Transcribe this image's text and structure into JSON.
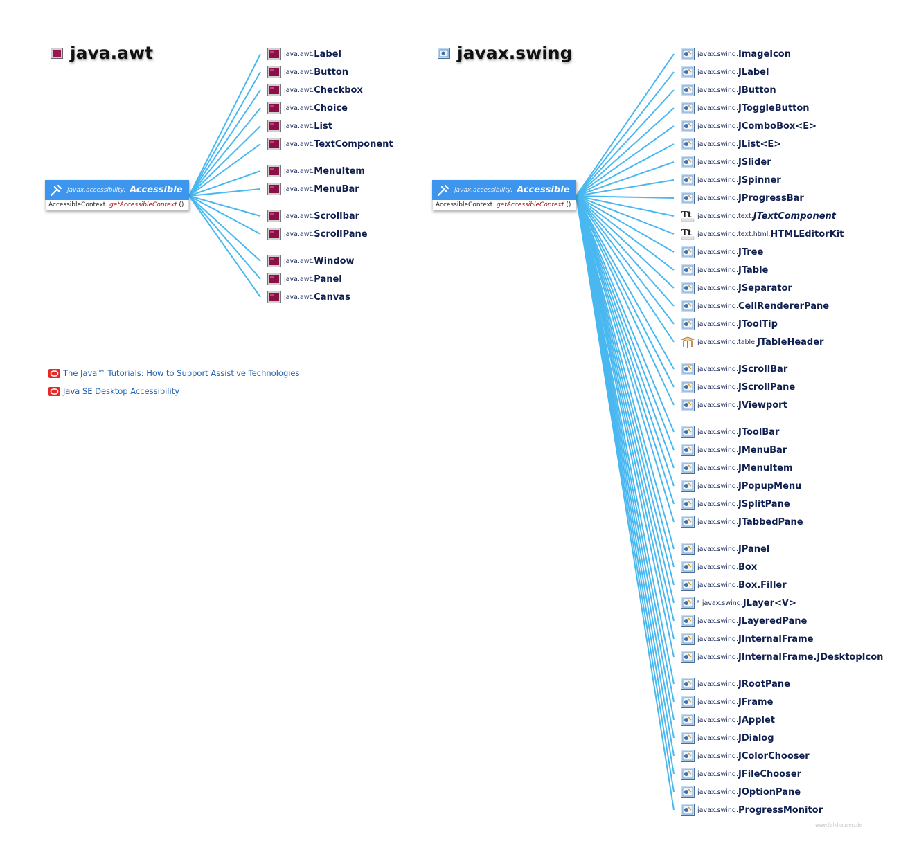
{
  "awt": {
    "title": "java.awt",
    "root": {
      "package": "javax.accessibility.",
      "name": "Accessible",
      "return_type": "AccessibleContext",
      "method": "getAccessibleContext",
      "params": "()"
    },
    "nodes": [
      {
        "pkg": "java.awt.",
        "name": "Label",
        "icon": "awt-class-icon"
      },
      {
        "pkg": "java.awt.",
        "name": "Button",
        "icon": "awt-class-icon"
      },
      {
        "pkg": "java.awt.",
        "name": "Checkbox",
        "icon": "awt-class-icon"
      },
      {
        "pkg": "java.awt.",
        "name": "Choice",
        "icon": "awt-class-icon"
      },
      {
        "pkg": "java.awt.",
        "name": "List",
        "icon": "awt-class-icon"
      },
      {
        "pkg": "java.awt.",
        "name": "TextComponent",
        "icon": "awt-class-icon"
      },
      {
        "pkg": "java.awt.",
        "name": "MenuItem",
        "icon": "awt-class-icon"
      },
      {
        "pkg": "java.awt.",
        "name": "MenuBar",
        "icon": "awt-class-icon"
      },
      {
        "pkg": "java.awt.",
        "name": "Scrollbar",
        "icon": "awt-class-icon"
      },
      {
        "pkg": "java.awt.",
        "name": "ScrollPane",
        "icon": "awt-class-icon"
      },
      {
        "pkg": "java.awt.",
        "name": "Window",
        "icon": "awt-class-icon"
      },
      {
        "pkg": "java.awt.",
        "name": "Panel",
        "icon": "awt-class-icon"
      },
      {
        "pkg": "java.awt.",
        "name": "Canvas",
        "icon": "awt-class-icon"
      }
    ]
  },
  "swing": {
    "title": "javax.swing",
    "root": {
      "package": "javax.accessibility.",
      "name": "Accessible",
      "return_type": "AccessibleContext",
      "method": "getAccessibleContext",
      "params": "()"
    },
    "nodes": [
      {
        "pkg": "javax.swing.",
        "name": "ImageIcon",
        "icon": "swing-class-icon"
      },
      {
        "pkg": "javax.swing.",
        "name": "JLabel",
        "icon": "swing-class-icon"
      },
      {
        "pkg": "javax.swing.",
        "name": "JButton",
        "icon": "swing-class-icon"
      },
      {
        "pkg": "javax.swing.",
        "name": "JToggleButton",
        "icon": "swing-class-icon"
      },
      {
        "pkg": "javax.swing.",
        "name": "JComboBox<E>",
        "icon": "swing-class-icon"
      },
      {
        "pkg": "javax.swing.",
        "name": "JList<E>",
        "icon": "swing-class-icon"
      },
      {
        "pkg": "javax.swing.",
        "name": "JSlider",
        "icon": "swing-class-icon"
      },
      {
        "pkg": "javax.swing.",
        "name": "JSpinner",
        "icon": "swing-class-icon"
      },
      {
        "pkg": "javax.swing.",
        "name": "JProgressBar",
        "icon": "swing-class-icon"
      },
      {
        "pkg": "javax.swing.text.",
        "name": "JTextComponent",
        "icon": "text-type-icon",
        "italic": true
      },
      {
        "pkg": "javax.swing.text.html.",
        "name": "HTMLEditorKit",
        "icon": "html-text-icon"
      },
      {
        "pkg": "javax.swing.",
        "name": "JTree",
        "icon": "swing-class-icon"
      },
      {
        "pkg": "javax.swing.",
        "name": "JTable",
        "icon": "swing-class-icon"
      },
      {
        "pkg": "javax.swing.",
        "name": "JSeparator",
        "icon": "swing-class-icon"
      },
      {
        "pkg": "javax.swing.",
        "name": "CellRendererPane",
        "icon": "swing-class-icon"
      },
      {
        "pkg": "javax.swing.",
        "name": "JToolTip",
        "icon": "swing-class-icon"
      },
      {
        "pkg": "javax.swing.table.",
        "name": "JTableHeader",
        "icon": "table-icon"
      },
      {
        "pkg": "javax.swing.",
        "name": "JScrollBar",
        "icon": "swing-class-icon"
      },
      {
        "pkg": "javax.swing.",
        "name": "JScrollPane",
        "icon": "swing-class-icon"
      },
      {
        "pkg": "javax.swing.",
        "name": "JViewport",
        "icon": "swing-class-icon"
      },
      {
        "pkg": "javax.swing.",
        "name": "JToolBar",
        "icon": "swing-class-icon"
      },
      {
        "pkg": "javax.swing.",
        "name": "JMenuBar",
        "icon": "swing-class-icon"
      },
      {
        "pkg": "javax.swing.",
        "name": "JMenuItem",
        "icon": "swing-class-icon"
      },
      {
        "pkg": "javax.swing.",
        "name": "JPopupMenu",
        "icon": "swing-class-icon"
      },
      {
        "pkg": "javax.swing.",
        "name": "JSplitPane",
        "icon": "swing-class-icon"
      },
      {
        "pkg": "javax.swing.",
        "name": "JTabbedPane",
        "icon": "swing-class-icon"
      },
      {
        "pkg": "javax.swing.",
        "name": "JPanel",
        "icon": "swing-class-icon"
      },
      {
        "pkg": "javax.swing.",
        "name": "Box",
        "icon": "swing-class-icon"
      },
      {
        "pkg": "javax.swing.",
        "name": "Box.Filler",
        "icon": "swing-class-icon"
      },
      {
        "pkg": "javax.swing.",
        "name": "JLayer<V>",
        "icon": "swing-class-icon",
        "prefix": "ᶠ"
      },
      {
        "pkg": "javax.swing.",
        "name": "JLayeredPane",
        "icon": "swing-class-icon"
      },
      {
        "pkg": "javax.swing.",
        "name": "JInternalFrame",
        "icon": "swing-class-icon"
      },
      {
        "pkg": "javax.swing.",
        "name": "JInternalFrame.JDesktopIcon",
        "icon": "swing-class-icon"
      },
      {
        "pkg": "javax.swing.",
        "name": "JRootPane",
        "icon": "swing-class-icon"
      },
      {
        "pkg": "javax.swing.",
        "name": "JFrame",
        "icon": "swing-class-icon"
      },
      {
        "pkg": "javax.swing.",
        "name": "JApplet",
        "icon": "swing-class-icon"
      },
      {
        "pkg": "javax.swing.",
        "name": "JDialog",
        "icon": "swing-class-icon"
      },
      {
        "pkg": "javax.swing.",
        "name": "JColorChooser",
        "icon": "swing-class-icon"
      },
      {
        "pkg": "javax.swing.",
        "name": "JFileChooser",
        "icon": "swing-class-icon"
      },
      {
        "pkg": "javax.swing.",
        "name": "JOptionPane",
        "icon": "swing-class-icon"
      },
      {
        "pkg": "javax.swing.",
        "name": "ProgressMonitor",
        "icon": "swing-class-icon"
      }
    ]
  },
  "links": [
    {
      "label": "The Java™ Tutorials: How to Support Assistive Technologies",
      "icon": "oracle-icon"
    },
    {
      "label": "Java SE Desktop Accessibility",
      "icon": "oracle-icon"
    }
  ],
  "credit": "www.falkhausen.de",
  "colors": {
    "edge": "#4ab8f0",
    "root_header": "#3d95ee",
    "class_text": "#0f1f4f",
    "link": "#1e5fb0"
  }
}
